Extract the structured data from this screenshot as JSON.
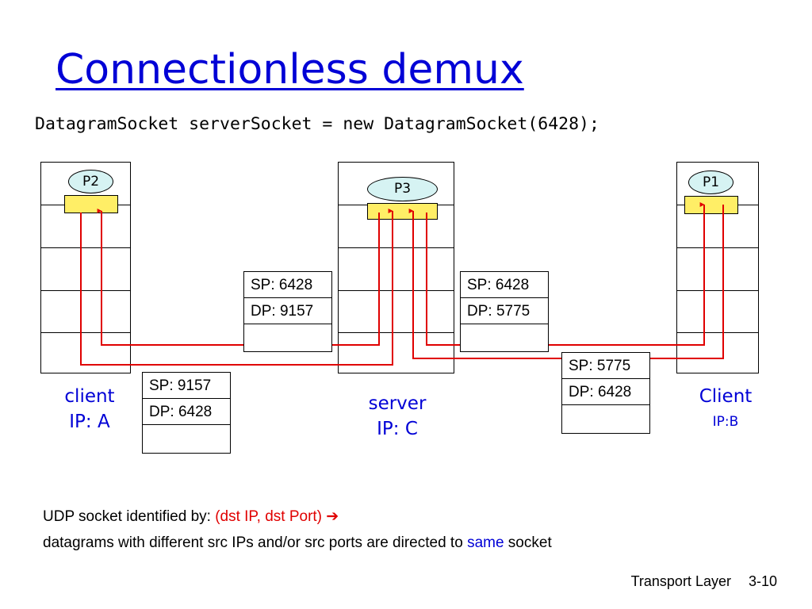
{
  "slide": {
    "title": "Connectionless demux",
    "code": "DatagramSocket serverSocket = new DatagramSocket(6428);"
  },
  "hosts": {
    "client_a": {
      "process": "P2",
      "name": "client",
      "ip": "IP: A"
    },
    "server": {
      "process": "P3",
      "name": "server",
      "ip": "IP: C"
    },
    "client_b": {
      "process": "P1",
      "name": "Client",
      "ip": "IP:B"
    }
  },
  "segments": {
    "a_to_c": {
      "sp": "SP: 9157",
      "dp": "DP: 6428"
    },
    "c_to_a": {
      "sp": "SP: 6428",
      "dp": "DP: 9157"
    },
    "c_to_b": {
      "sp": "SP: 6428",
      "dp": "DP: 5775"
    },
    "b_to_c": {
      "sp": "SP: 5775",
      "dp": "DP: 6428"
    }
  },
  "notes": {
    "line1_prefix": "UDP socket identified by: ",
    "line1_highlight": "(dst IP, dst Port)",
    "line1_arrow": "➔",
    "line2_prefix": "datagrams with different src IPs and/or src ports are directed to ",
    "line2_highlight": "same",
    "line2_suffix": " socket"
  },
  "footer": {
    "section": "Transport Layer",
    "page": "3-10"
  },
  "colors": {
    "title": "#0000d6",
    "socket": "#ffee66",
    "arrow": "#e00000",
    "process": "#d6f3f3"
  }
}
